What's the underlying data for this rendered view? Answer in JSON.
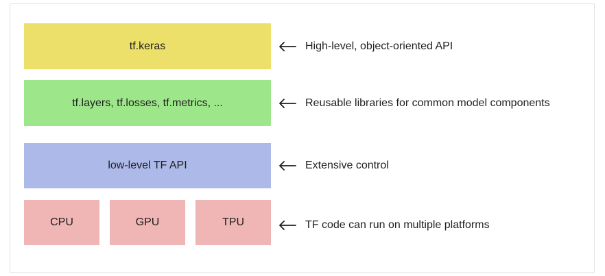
{
  "layers": [
    {
      "label": "tf.keras",
      "note": "High-level, object-oriented API",
      "color": "#ece06a"
    },
    {
      "label": "tf.layers, tf.losses, tf.metrics, ...",
      "note": "Reusable libraries for common model components",
      "color": "#9de68a"
    },
    {
      "label": "low-level TF API",
      "note": "Extensive control",
      "color": "#adb9e9"
    }
  ],
  "hardware": {
    "items": [
      "CPU",
      "GPU",
      "TPU"
    ],
    "note": "TF code can run on multiple platforms",
    "color": "#f0b5b5"
  },
  "arrow_icon": "left-arrow-icon"
}
